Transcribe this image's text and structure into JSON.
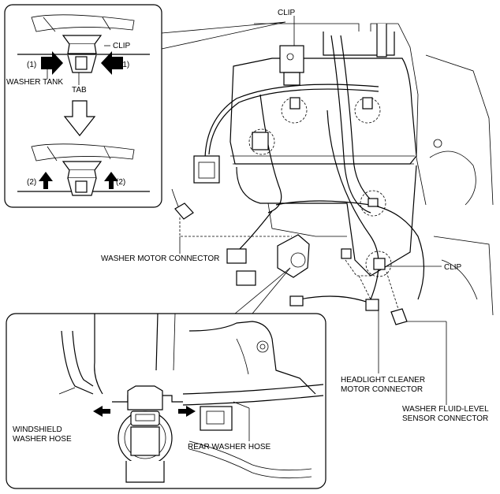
{
  "labels": {
    "clip_inset": "CLIP",
    "arrow_left_1": "(1)",
    "arrow_right_1": "(1)",
    "washer_tank": "WASHER TANK",
    "tab": "TAB",
    "arrow_left_2": "(2)",
    "arrow_right_2": "(2)",
    "clip_top": "CLIP",
    "clip_right": "CLIP",
    "washer_motor_connector": "WASHER MOTOR CONNECTOR",
    "headlight_line1": "HEADLIGHT CLEANER",
    "headlight_line2": "MOTOR CONNECTOR",
    "fluid_line1": "WASHER FLUID-LEVEL",
    "fluid_line2": "SENSOR CONNECTOR",
    "windshield_line1": "WINDSHIELD",
    "windshield_line2": "WASHER HOSE",
    "rear_washer_hose": "REAR WASHER HOSE"
  },
  "icons": [
    "push-arrow-icon",
    "down-arrow-icon",
    "up-arrow-icon",
    "pull-arrow-icon"
  ]
}
